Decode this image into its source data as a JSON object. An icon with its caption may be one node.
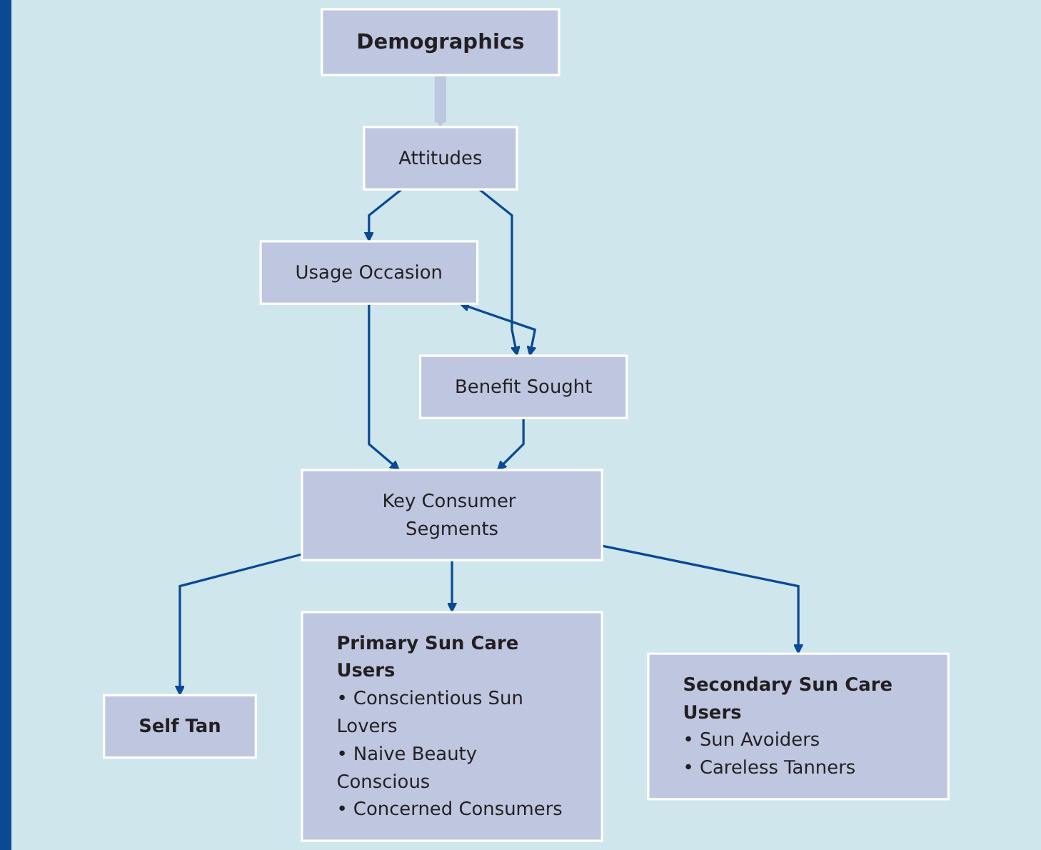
{
  "diagram": {
    "nodes": [
      {
        "text": [
          "Demographics"
        ]
      },
      {
        "text": [
          "Attitudes"
        ]
      },
      {
        "text": [
          "Usage Occasion"
        ]
      },
      {
        "text": [
          "Benefit Sought"
        ]
      },
      {
        "text": [
          "Key Consumer Segments"
        ]
      },
      {
        "text": [
          "Self Tan"
        ]
      },
      {
        "text": [
          "Primary Sun Care Users",
          "• Conscientious Sun Lovers",
          "• Naive Beauty Conscious",
          "• Concerned Consumers"
        ]
      },
      {
        "text": [
          "Secondary Sun Care Users",
          "• Sun Avoiders",
          "• Careless Tanners"
        ]
      }
    ],
    "edges": [
      {
        "from": 0,
        "to": 1,
        "arrow": "to",
        "style": "thick",
        "color": "#bec6e0"
      },
      {
        "from": 1,
        "to": 2,
        "arrow": "to"
      },
      {
        "from": 1,
        "to": 3,
        "arrow": "to"
      },
      {
        "from": 2,
        "to": 3,
        "arrow": "both"
      },
      {
        "from": 2,
        "to": 4,
        "arrow": "to"
      },
      {
        "from": 3,
        "to": 4,
        "arrow": "to"
      },
      {
        "from": 4,
        "to": 5,
        "arrow": "to"
      },
      {
        "from": 4,
        "to": 6,
        "arrow": "to"
      },
      {
        "from": 4,
        "to": 7,
        "arrow": "to"
      }
    ]
  }
}
